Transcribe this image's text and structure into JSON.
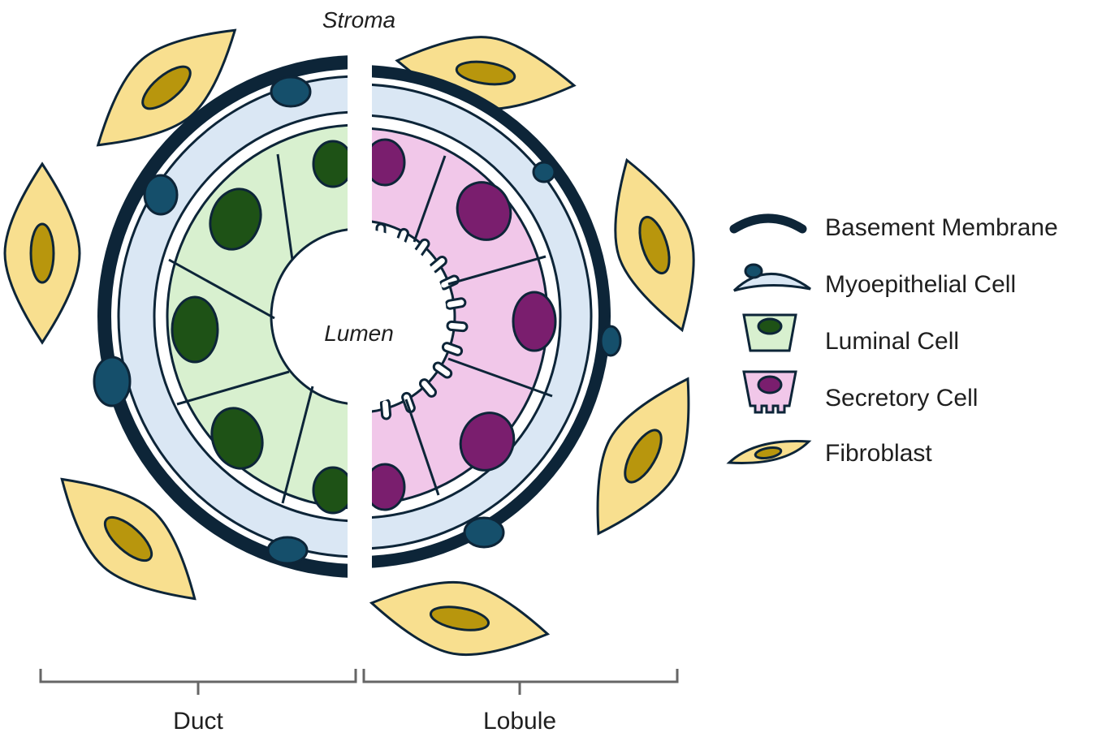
{
  "labels": {
    "stroma": "Stroma",
    "lumen": "Lumen",
    "duct": "Duct",
    "lobule": "Lobule"
  },
  "legend": [
    {
      "label": "Basement Membrane",
      "icon": "basement-membrane-icon"
    },
    {
      "label": "Myoepithelial Cell",
      "icon": "myoepithelial-cell-icon"
    },
    {
      "label": "Luminal Cell",
      "icon": "luminal-cell-icon"
    },
    {
      "label": "Secretory Cell",
      "icon": "secretory-cell-icon"
    },
    {
      "label": "Fibroblast",
      "icon": "fibroblast-icon"
    }
  ],
  "colors": {
    "outline": "#0d2538",
    "membrane": "#0d2538",
    "myoepithelial_fill": "#dae7f4",
    "myoepithelial_nucleus": "#154f6b",
    "luminal_fill": "#d8f0cf",
    "luminal_nucleus": "#1e5216",
    "secretory_fill": "#f1c7e9",
    "secretory_nucleus": "#7a1e6e",
    "fibroblast_fill": "#f8df8f",
    "fibroblast_nucleus": "#b8960d",
    "bracket": "#666666"
  }
}
